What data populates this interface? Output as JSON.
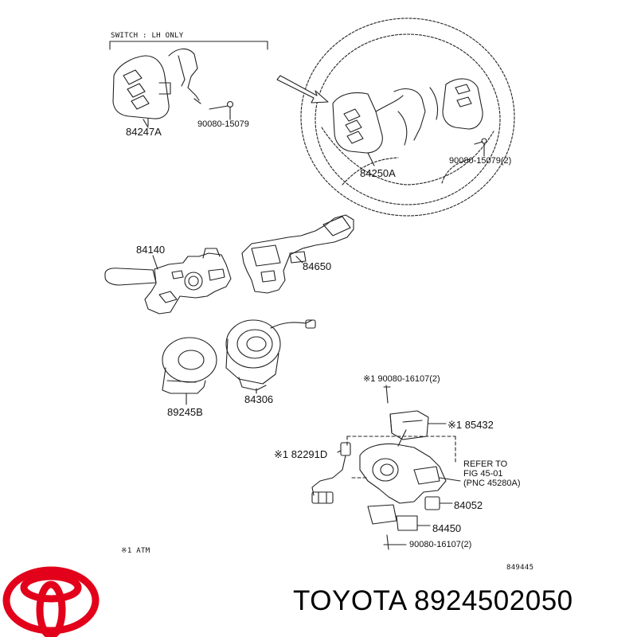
{
  "header_note": "SWITCH : LH ONLY",
  "brand": {
    "name": "TOYOTA",
    "part_number": "8924502050",
    "logo_color": "#e2001a"
  },
  "callouts": {
    "p84247A": "84247A",
    "p90080_15079": "90080-15079",
    "p84250A": "84250A",
    "p90080_15079_2": "90080-15079(2)",
    "p84140": "84140",
    "p84650": "84650",
    "p89245B": "89245B",
    "p84306": "84306",
    "p90080_16107_top": "※1 90080-16107(2)",
    "p85432": "※1 85432",
    "p82291D": "※1  82291D",
    "p84052": "84052",
    "p84450": "84450",
    "p90080_16107_bottom": "90080-16107(2)"
  },
  "refer": {
    "line1": "REFER TO",
    "line2": "FIG 45-01",
    "line3": "(PNC 45280A)"
  },
  "footnote": "※1 ATM",
  "figure_id": "849445"
}
